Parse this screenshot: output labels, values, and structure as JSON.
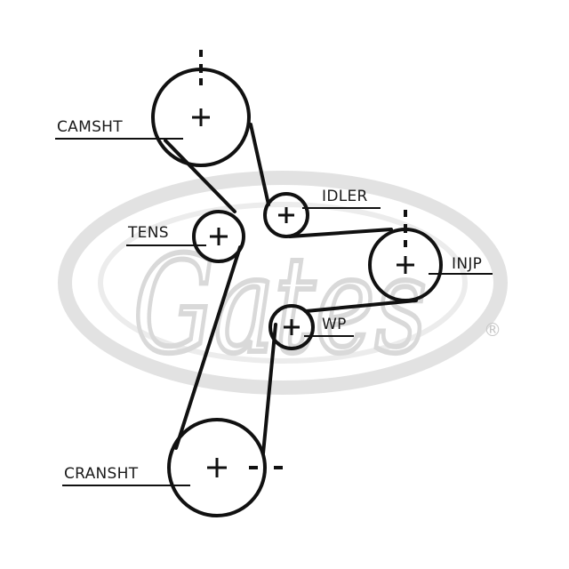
{
  "watermark": {
    "brand": "Gates",
    "registered_mark": "®",
    "color": "#d9d9d9"
  },
  "pulleys": {
    "camshaft": {
      "label": "CAMSHT"
    },
    "idler": {
      "label": "IDLER"
    },
    "tensioner": {
      "label": "TENS"
    },
    "injection_pump": {
      "label": "INJP"
    },
    "water_pump": {
      "label": "WP"
    },
    "crankshaft": {
      "label": "CRANSHT"
    }
  },
  "colors": {
    "ink": "#111111",
    "background": "#ffffff"
  }
}
